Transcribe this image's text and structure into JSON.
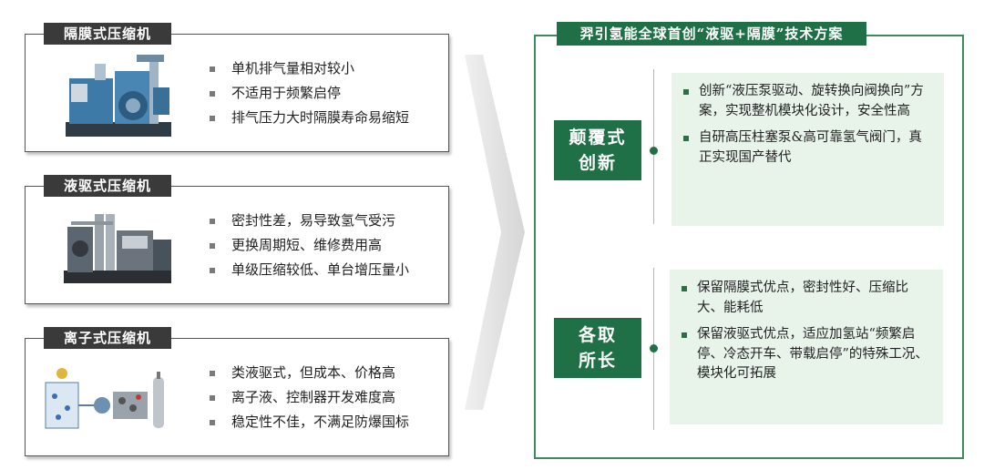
{
  "left_cards": [
    {
      "title": "隔膜式压缩机",
      "image_icon": "diaphragm-compressor-machine",
      "bullets": [
        "单机排气量相对较小",
        "不适用于频繁启停",
        "排气压力大时隔膜寿命易缩短"
      ]
    },
    {
      "title": "液驱式压缩机",
      "image_icon": "hydraulic-compressor-machine",
      "bullets": [
        "密封性差，易导致氢气受污",
        "更换周期短、维修费用高",
        "单级压缩较低、单台增压量小"
      ]
    },
    {
      "title": "离子式压缩机",
      "image_icon": "ionic-compressor-diagram",
      "bullets": [
        "类液驱式，但成本、价格高",
        "离子液、控制器开发难度高",
        "稳定性不佳，不满足防爆国标"
      ]
    }
  ],
  "right": {
    "title": "羿引氢能全球首创“液驱+隔膜”技术方案",
    "sections": [
      {
        "label_lines": [
          "颠覆式",
          "创新"
        ],
        "bullets": [
          "创新“液压泵驱动、旋转换向阀换向”方案，实现整机模块化设计，安全性高",
          "自研高压柱塞泵&高可靠氢气阀门，真正实现国产替代"
        ]
      },
      {
        "label_lines": [
          "各取",
          "所长"
        ],
        "bullets": [
          "保留隔膜式优点，密封性好、压缩比大、能耗低",
          "保留液驱式优点，适应加氢站“频繁启停、冷态开车、带载启停”的特殊工况、模块化可拓展"
        ]
      }
    ]
  },
  "colors": {
    "accent_green": "#1f7047",
    "light_green": "#e8f3ea",
    "tab_dark": "#3a3a3a"
  }
}
